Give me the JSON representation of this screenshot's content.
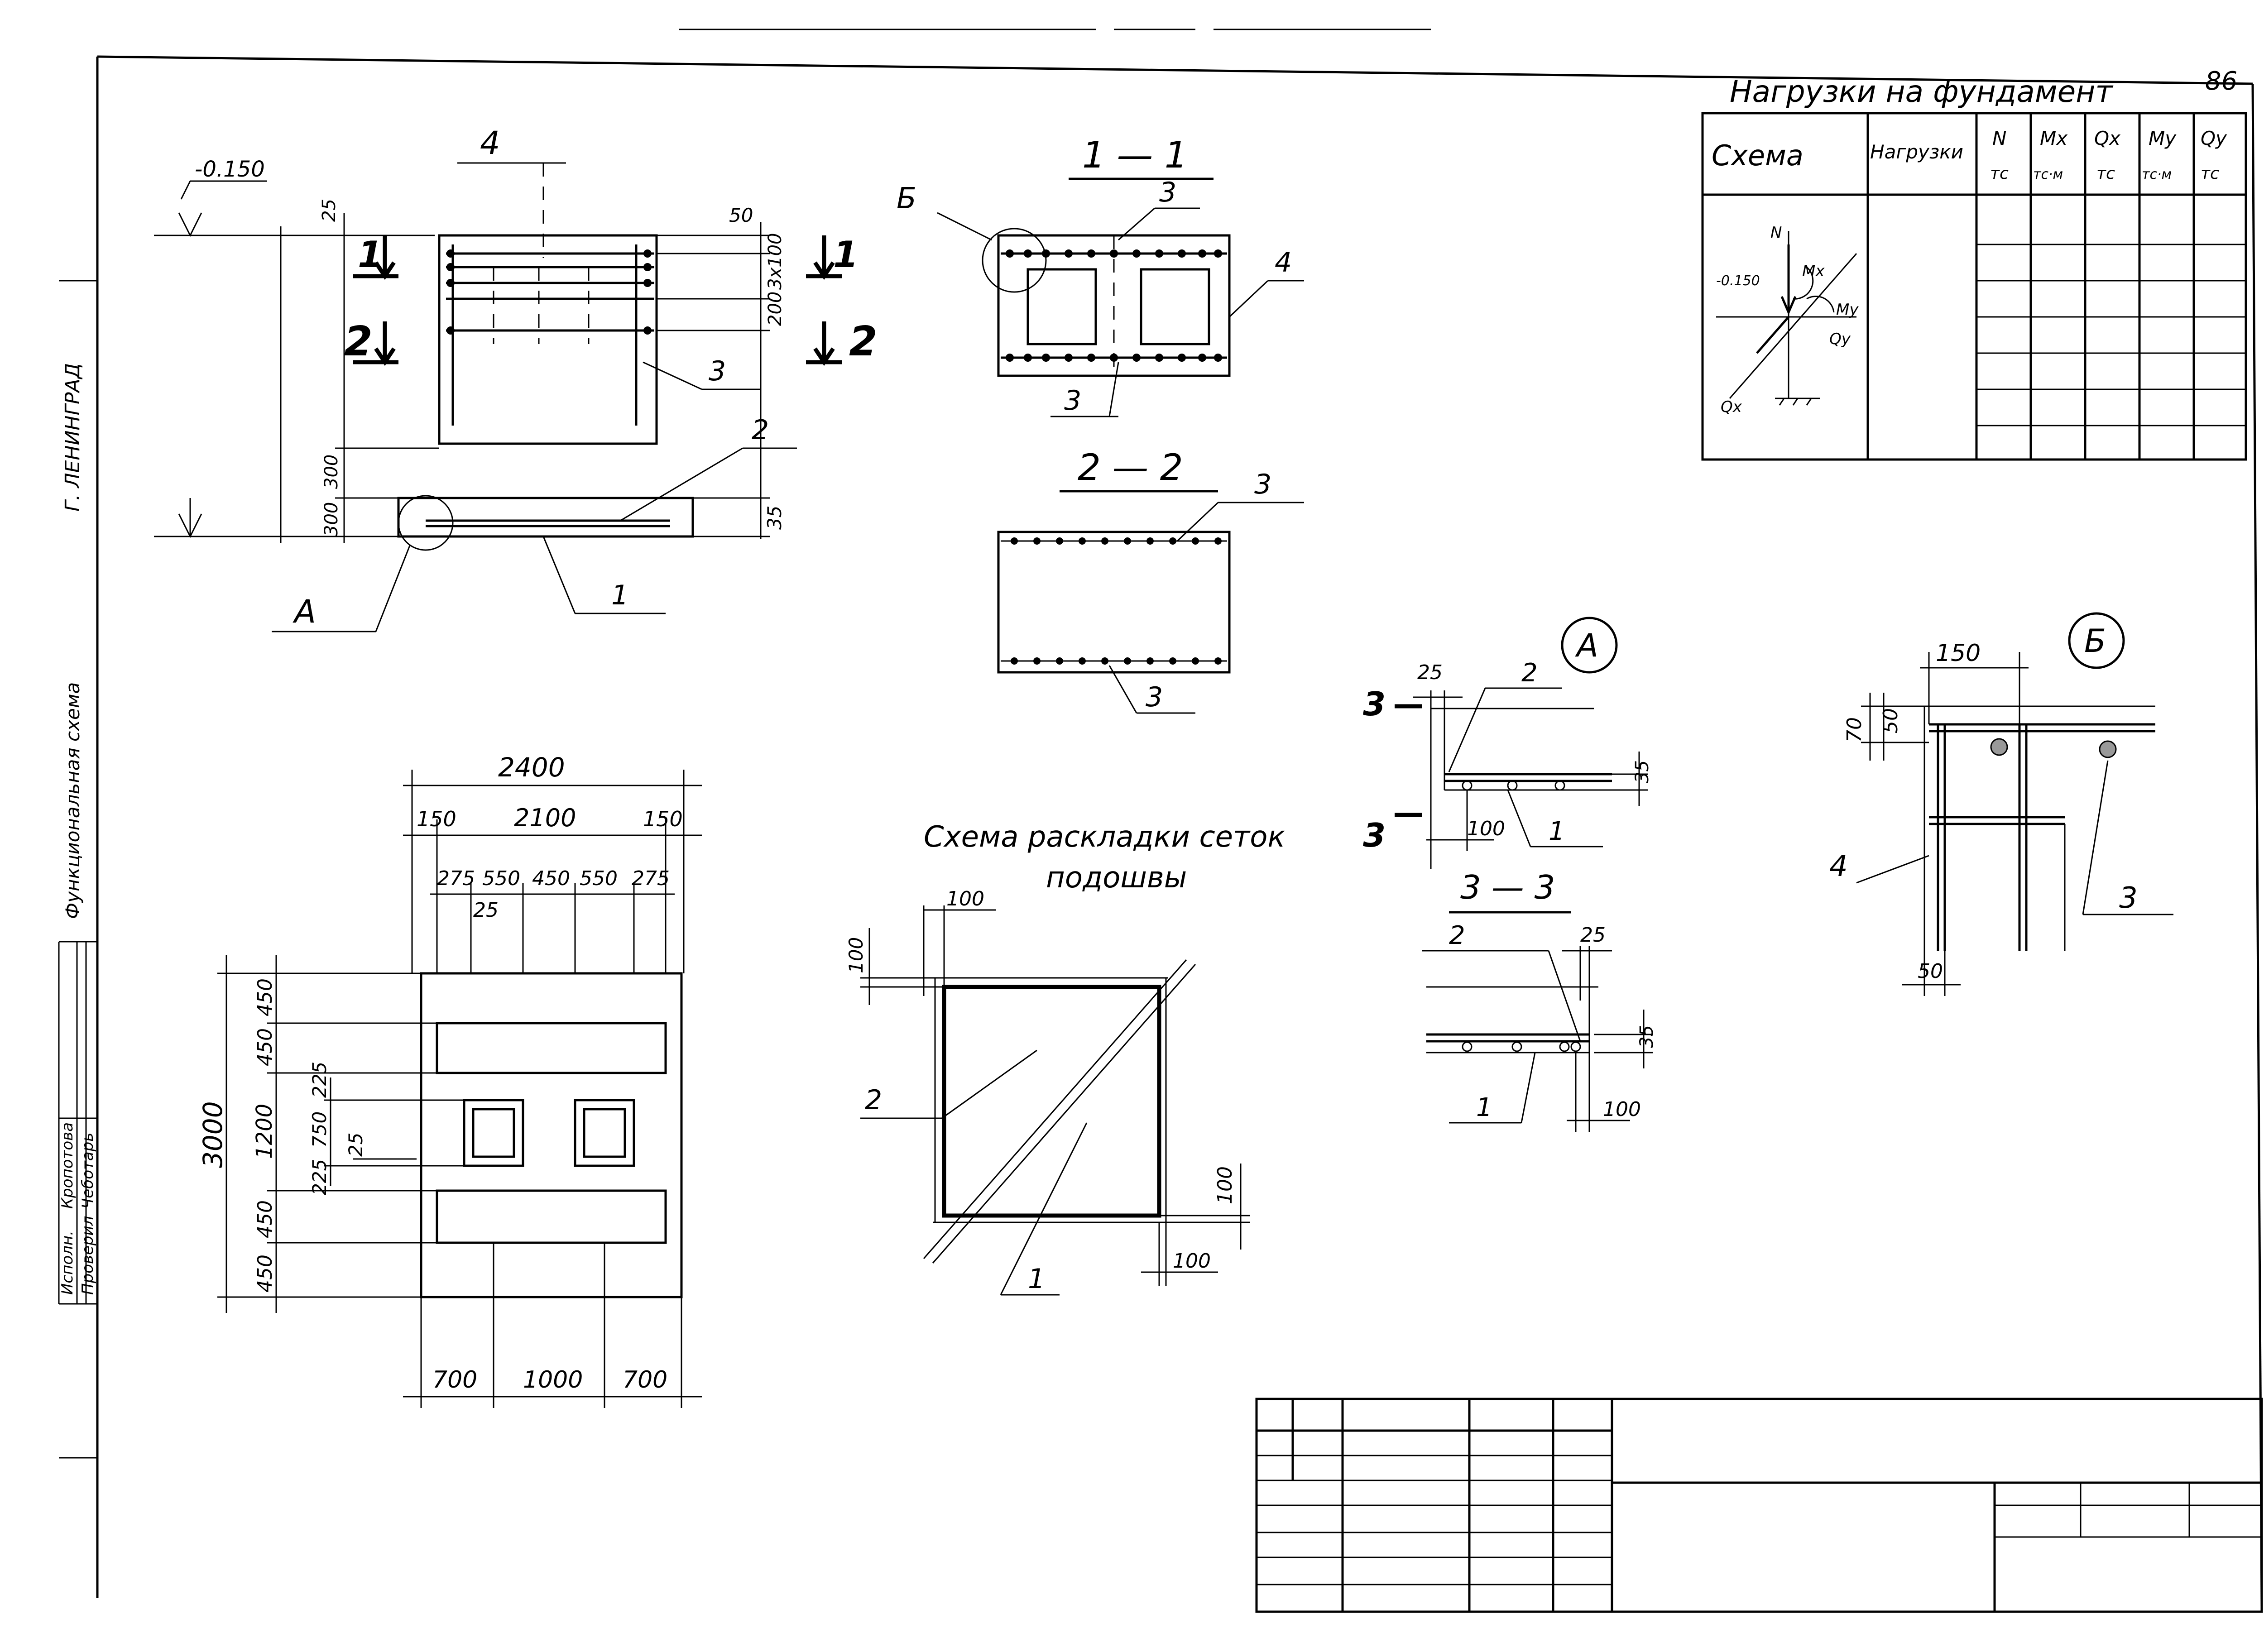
{
  "page_number": "86",
  "side_stamp": {
    "org": "Г. ЛЕНИНГРАД",
    "project": "Функциональная схема",
    "roles": [
      "Исполн.",
      "Проверил"
    ],
    "names": [
      "Кропотова",
      "Чеботарь"
    ]
  },
  "elevation": "-0.150",
  "elevation_loads": "-0.150",
  "loads_table": {
    "title": "Нагрузки на фундамент",
    "headers": {
      "schema": "Схема",
      "loads": "Нагрузки",
      "n": "N",
      "n_unit": "тс",
      "mx": "Mx",
      "mx_unit": "тс·м",
      "qx": "Qx",
      "qx_unit": "тс",
      "my": "My",
      "my_unit": "тс·м",
      "qy": "Qy",
      "qy_unit": "тс"
    },
    "schema_labels": {
      "n": "N",
      "mx": "Mx",
      "my": "My",
      "qy": "Qy",
      "qx": "Qx"
    }
  },
  "elevation_view": {
    "marks": {
      "m4": "4",
      "m3": "3",
      "m2": "2",
      "m1": "1",
      "a": "А"
    },
    "section_1": "1",
    "section_2": "2",
    "dims": {
      "d25": "25",
      "d50": "50",
      "d200": "200",
      "d3x100": "3х100",
      "d300a": "300",
      "d300b": "300",
      "d35": "35"
    }
  },
  "section_1_1": {
    "title": "1 — 1",
    "marks": {
      "b": "Б",
      "m3top": "3",
      "m4": "4",
      "m3bot": "3"
    }
  },
  "section_2_2": {
    "title": "2 — 2",
    "marks": {
      "m3top": "3",
      "m3bot": "3"
    }
  },
  "plan_view": {
    "dims_top": {
      "total": "2400",
      "left": "150",
      "mid": "2100",
      "right": "150",
      "s1": "275",
      "s2": "550",
      "s3": "450",
      "s4": "550",
      "s5": "275",
      "s25": "25"
    },
    "dims_left": {
      "total": "3000",
      "d450a": "450",
      "d450b": "450",
      "d1200": "1200",
      "d450c": "450",
      "d450d": "450",
      "d225a": "225",
      "d750": "750",
      "d225b": "225",
      "d25": "25"
    },
    "dims_bottom": {
      "left": "700",
      "mid": "1000",
      "right": "700"
    }
  },
  "mesh_layout": {
    "title_line1": "Схема раскладки сеток",
    "title_line2": "подошвы",
    "marks": {
      "m2": "2",
      "m1": "1"
    },
    "dims": {
      "top": "100",
      "left": "100",
      "right": "100",
      "bottom": "100"
    }
  },
  "detail_a": {
    "label": "А",
    "marks": {
      "m2": "2",
      "m1": "1",
      "s3a": "3",
      "s3b": "3"
    },
    "dims": {
      "d25": "25",
      "d35": "35",
      "d100": "100"
    }
  },
  "section_3_3": {
    "title": "3 — 3",
    "marks": {
      "m2": "2",
      "m1": "1"
    },
    "dims": {
      "d25": "25",
      "d35": "35",
      "d100": "100"
    }
  },
  "detail_b": {
    "label": "Б",
    "marks": {
      "m4": "4",
      "m3": "3"
    },
    "dims": {
      "d150": "150",
      "d70": "70",
      "d50a": "50",
      "d50b": "50"
    }
  }
}
